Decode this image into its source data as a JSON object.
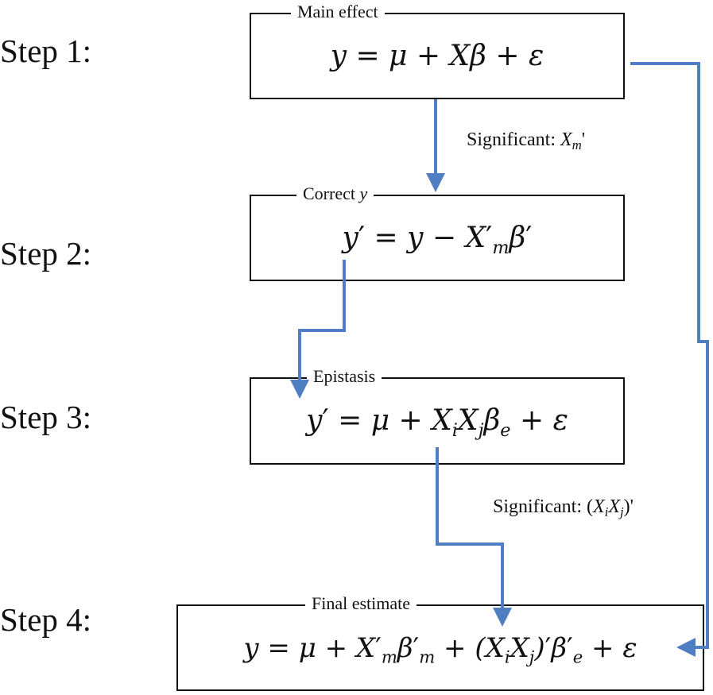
{
  "steps": {
    "s1": "Step 1:",
    "s2": "Step 2:",
    "s3": "Step 3:",
    "s4": "Step 4:"
  },
  "captions": {
    "main_effect": "Main effect",
    "correct_prefix": "Correct ",
    "correct_var": "y",
    "epistasis": "Epistasis",
    "final_estimate": "Final estimate"
  },
  "edges": {
    "sig1_prefix": "Significant: ",
    "sig1_var": "X",
    "sig1_sub": "m",
    "sig1_suffix": "'",
    "sig2_prefix": "Significant: ",
    "sig2_open": "(",
    "sig2_xi": "X",
    "sig2_i": "i",
    "sig2_xj": "X",
    "sig2_j": "j",
    "sig2_close": ")'"
  },
  "colors": {
    "arrow": "#4f7fc2",
    "border": "#111111"
  }
}
